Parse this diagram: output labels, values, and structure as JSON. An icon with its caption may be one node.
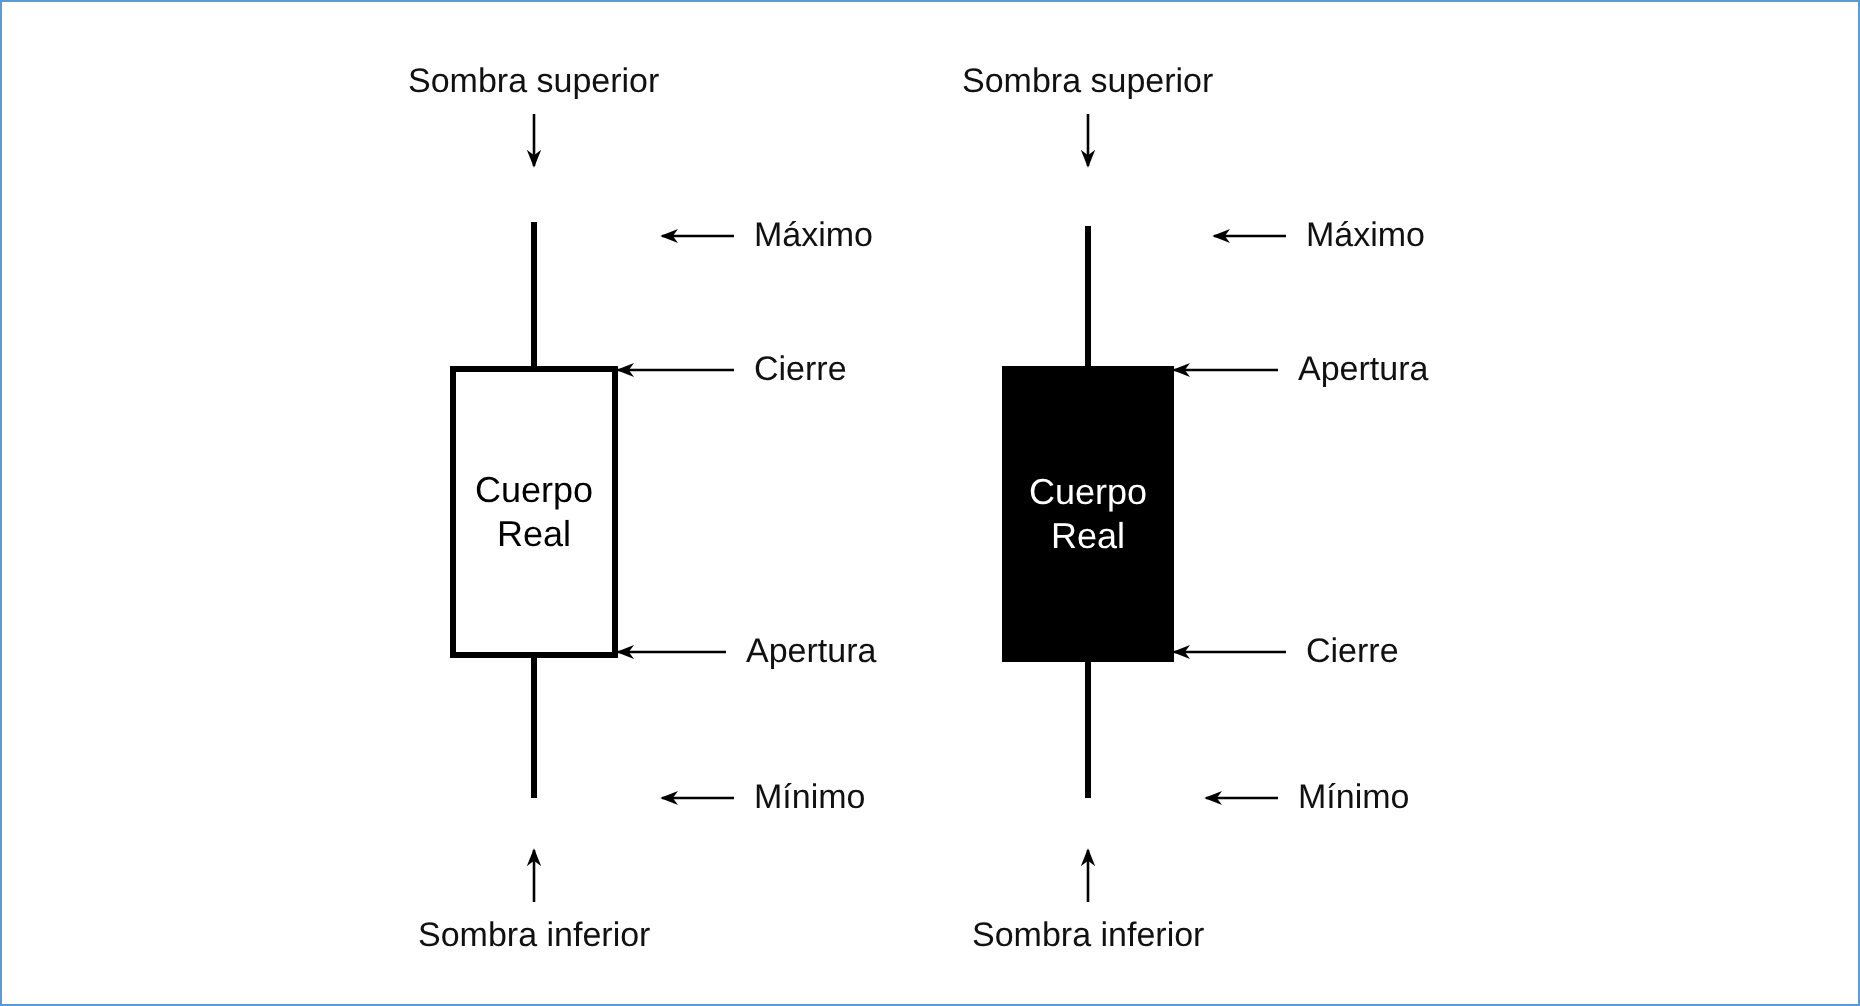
{
  "diagram": {
    "nodes": [
      {
        "text": [
          "Sombra superior"
        ]
      },
      {
        "text": [
          "Máximo"
        ]
      },
      {
        "text": [
          "Cierre"
        ]
      },
      {
        "text": [
          "Cuerpo Real"
        ]
      },
      {
        "text": [
          "Apertura"
        ]
      },
      {
        "text": [
          "Mínimo"
        ]
      },
      {
        "text": [
          "Sombra inferior"
        ]
      },
      {
        "text": [
          "Sombra superior"
        ]
      },
      {
        "text": [
          "Máximo"
        ]
      },
      {
        "text": [
          "Apertura"
        ]
      },
      {
        "text": [
          "Cuerpo Real"
        ]
      },
      {
        "text": [
          "Cierre"
        ]
      },
      {
        "text": [
          "Mínimo"
        ]
      },
      {
        "text": [
          "Sombra inferior"
        ]
      }
    ],
    "edges": [
      {
        "from": 0,
        "to": null,
        "arrow": "to"
      },
      {
        "from": 1,
        "to": null,
        "arrow": "to"
      },
      {
        "from": 2,
        "to": 3,
        "arrow": "to"
      },
      {
        "from": 4,
        "to": 3,
        "arrow": "to"
      },
      {
        "from": 5,
        "to": null,
        "arrow": "to"
      },
      {
        "from": 6,
        "to": null,
        "arrow": "to"
      },
      {
        "from": 7,
        "to": null,
        "arrow": "to"
      },
      {
        "from": 8,
        "to": null,
        "arrow": "to"
      },
      {
        "from": 9,
        "to": 10,
        "arrow": "to"
      },
      {
        "from": 11,
        "to": 10,
        "arrow": "to"
      },
      {
        "from": 12,
        "to": null,
        "arrow": "to"
      },
      {
        "from": 13,
        "to": null,
        "arrow": "to"
      }
    ]
  }
}
